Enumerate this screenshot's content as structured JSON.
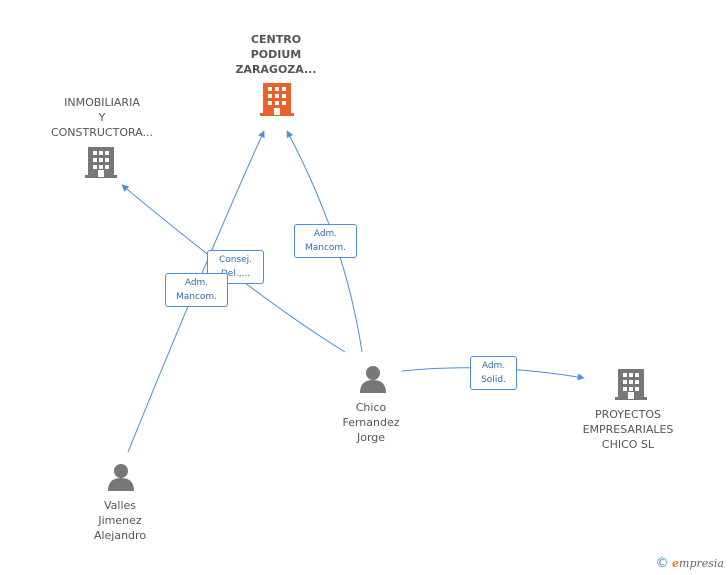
{
  "nodes": {
    "centro": {
      "label": "CENTRO\nPODIUM\nZARAGOZA...",
      "icon": "building-icon",
      "color": "#e8632c"
    },
    "inmobiliaria": {
      "label": "INMOBILIARIA\nY\nCONSTRUCTORA...",
      "icon": "building-icon",
      "color": "#777777"
    },
    "proyectos": {
      "label": "PROYECTOS\nEMPRESARIALES\nCHICO SL",
      "icon": "building-icon",
      "color": "#777777"
    },
    "chico": {
      "label": "Chico\nFernandez\nJorge",
      "icon": "person-icon",
      "color": "#777777"
    },
    "valles": {
      "label": "Valles\nJimenez\nAlejandro",
      "icon": "person-icon",
      "color": "#777777"
    }
  },
  "edges": {
    "consej": {
      "label": "Consej.\nDel.,..."
    },
    "adm_mancom_1": {
      "label": "Adm.\nMancom."
    },
    "adm_mancom_2": {
      "label": "Adm.\nMancom."
    },
    "adm_solid": {
      "label": "Adm.\nSolid."
    }
  },
  "colors": {
    "edge": "#4a8fd8",
    "label_text": "#2f6db0"
  },
  "footer": {
    "copyright": "©",
    "brand_initial": "e",
    "brand_rest": "mpresia"
  }
}
